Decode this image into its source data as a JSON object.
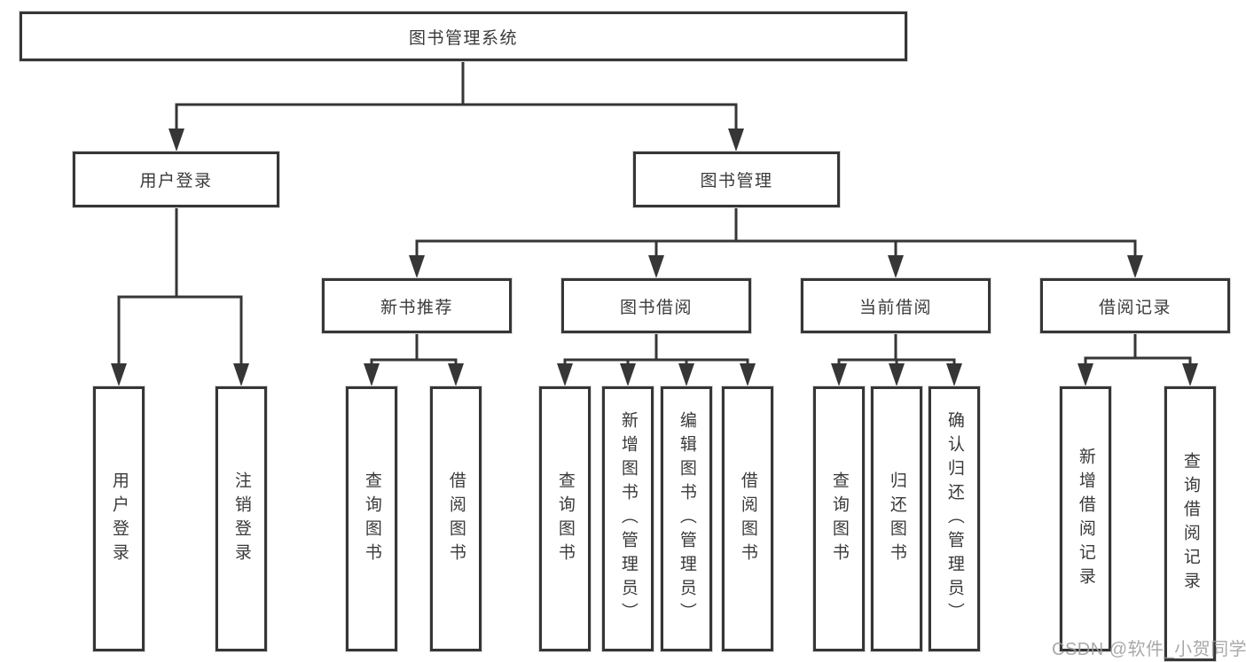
{
  "diagram": {
    "title": "图书管理系统",
    "branches": [
      {
        "label": "用户登录",
        "children": [
          "用户登录",
          "注销登录"
        ]
      },
      {
        "label": "图书管理",
        "children": [
          {
            "label": "新书推荐",
            "children": [
              "查询图书",
              "借阅图书"
            ]
          },
          {
            "label": "图书借阅",
            "children": [
              "查询图书",
              "新增图书（管理员）",
              "编辑图书（管理员）",
              "借阅图书"
            ]
          },
          {
            "label": "当前借阅",
            "children": [
              "查询图书",
              "归还图书",
              "确认归还（管理员）"
            ]
          },
          {
            "label": "借阅记录",
            "children": [
              "新增借阅记录",
              "查询借阅记录"
            ]
          }
        ]
      }
    ]
  },
  "watermark": {
    "text": "CSDN @软件_小贺同学"
  },
  "colors": {
    "line": "#363636",
    "text": "#3a3a3a",
    "watermark": "#9e9e9e",
    "background": "#ffffff"
  }
}
